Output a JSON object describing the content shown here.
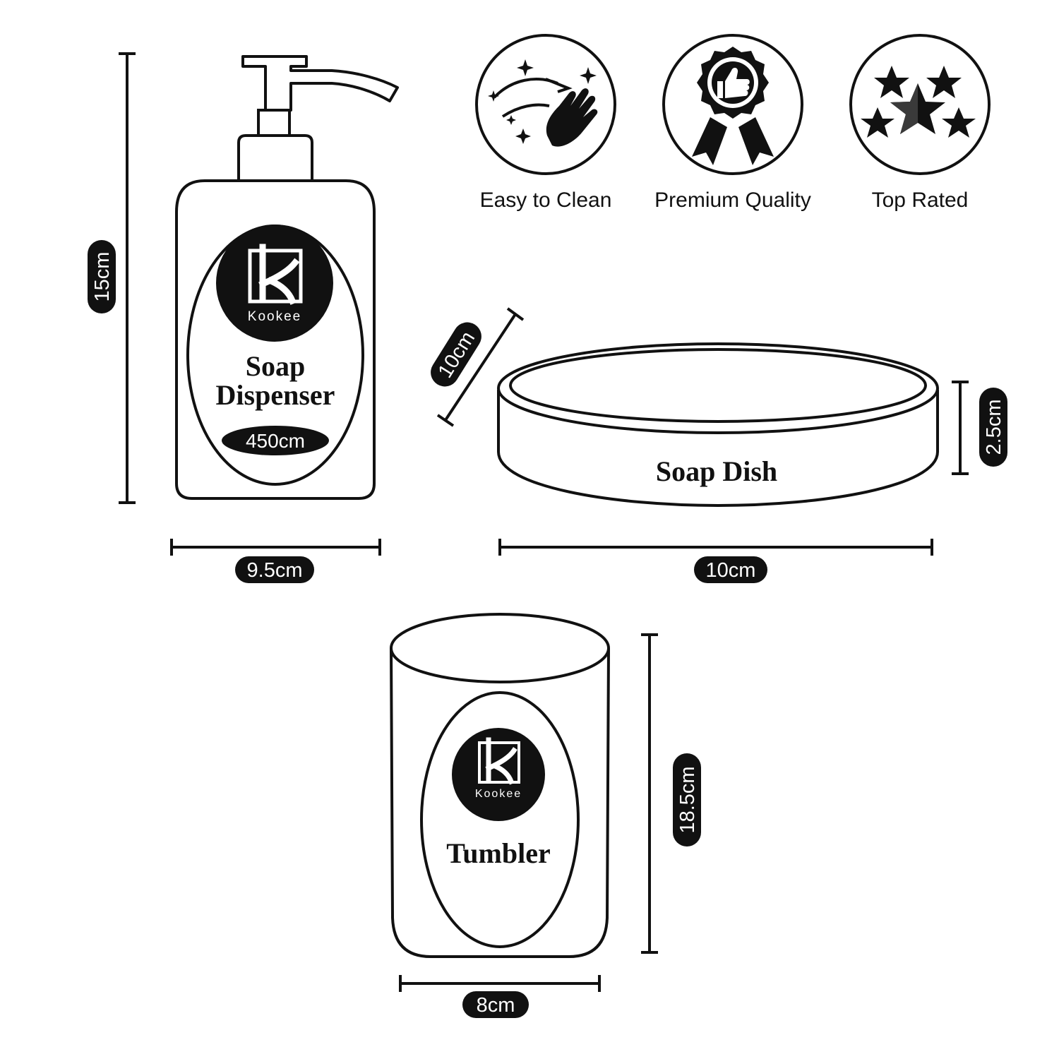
{
  "colors": {
    "ink": "#111111",
    "paper": "#ffffff"
  },
  "features": [
    {
      "icon": "cleaning-hand-icon",
      "label": "Easy to Clean"
    },
    {
      "icon": "quality-badge-icon",
      "label": "Premium Quality"
    },
    {
      "icon": "stars-icon",
      "label": "Top Rated"
    }
  ],
  "brand": {
    "name": "Kookee"
  },
  "products": {
    "dispenser": {
      "title_line1": "Soap",
      "title_line2": "Dispenser",
      "volume": "450cm",
      "height": "15cm",
      "width": "9.5cm"
    },
    "dish": {
      "title": "Soap Dish",
      "depth": "10cm",
      "height": "2.5cm",
      "width": "10cm"
    },
    "tumbler": {
      "title": "Tumbler",
      "height": "18.5cm",
      "width": "8cm"
    }
  }
}
